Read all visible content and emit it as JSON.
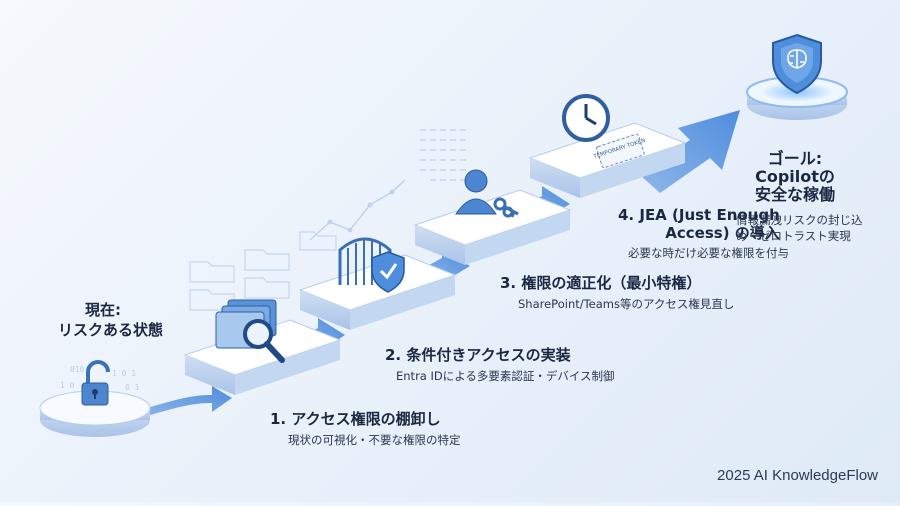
{
  "start": {
    "line1": "現在:",
    "line2": "リスクある状態"
  },
  "steps": [
    {
      "title": "1. アクセス権限の棚卸し",
      "desc": "現状の可視化・不要な権限の特定"
    },
    {
      "title": "2. 条件付きアクセスの実装",
      "desc": "Entra IDによる多要素認証・デバイス制御"
    },
    {
      "title": "3. 権限の適正化（最小特権）",
      "desc": "SharePoint/Teams等のアクセス権見直し"
    },
    {
      "title_line1": "4. JEA (Just Enough",
      "title_line2": "Access) の導入",
      "desc": "必要な時だけ必要な権限を付与"
    }
  ],
  "goal": {
    "line1": "ゴール:",
    "line2": "Copilotの",
    "line3": "安全な稼働",
    "desc_line1": "情報漏洩リスクの封じ込",
    "desc_line2": "め・ゼロトラスト実現"
  },
  "token_label": "TEMPORARY TOKEN",
  "brand": "2025 AI KnowledgeFlow",
  "icons": [
    "open-padlock-icon",
    "folder-magnifier-icon",
    "gate-shield-icon",
    "user-key-icon",
    "clock-token-icon",
    "brain-shield-icon"
  ],
  "colors": {
    "accent": "#3f80d8",
    "arrow": "#5d98e0",
    "platform_top": "#ffffff",
    "platform_side": "#b9d0ee"
  }
}
